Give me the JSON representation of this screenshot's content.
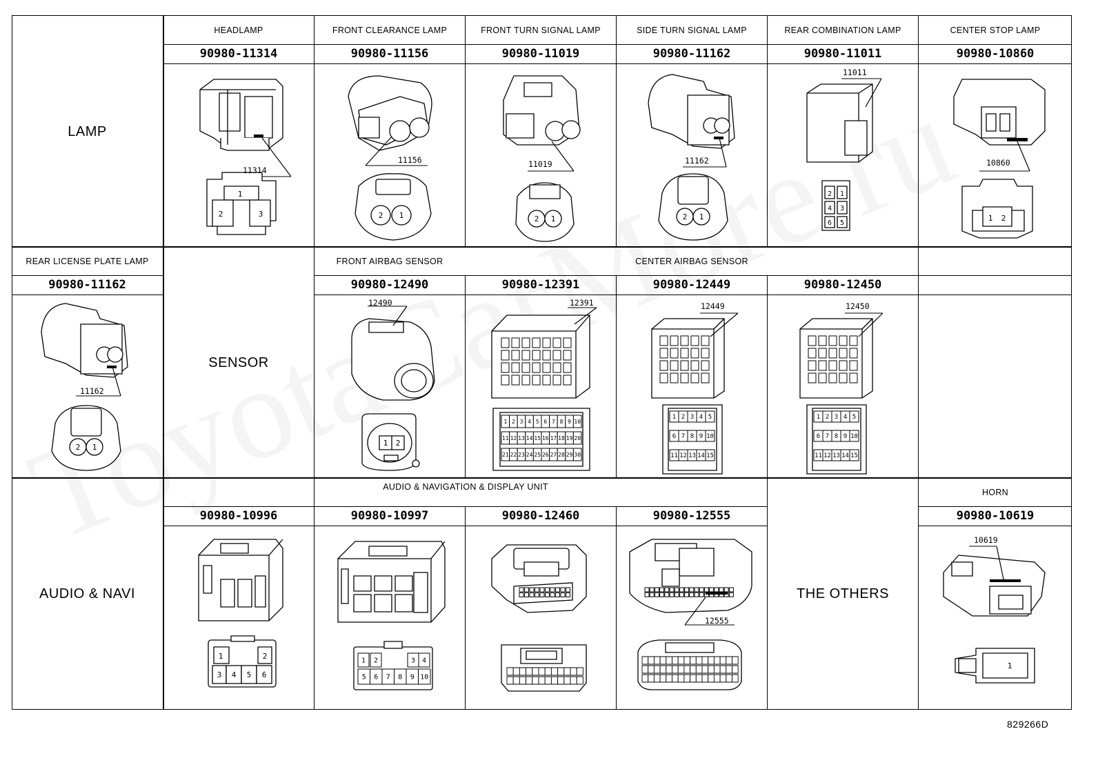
{
  "categories": {
    "lamp": "LAMP",
    "sensor": "SENSOR",
    "audio": "AUDIO & NAVI",
    "others": "THE OTHERS"
  },
  "row1": {
    "headers": [
      "HEADLAMP",
      "FRONT CLEARANCE LAMP",
      "FRONT TURN SIGNAL LAMP",
      "SIDE TURN SIGNAL LAMP",
      "REAR COMBINATION LAMP",
      "CENTER STOP LAMP"
    ],
    "parts": [
      "90980-11314",
      "90980-11156",
      "90980-11019",
      "90980-11162",
      "90980-11011",
      "90980-10860"
    ],
    "labels": [
      "11314",
      "11156",
      "11019",
      "11162",
      "11011",
      "10860"
    ]
  },
  "row2": {
    "headers": [
      "REAR LICENSE PLATE LAMP",
      "FRONT AIRBAG SENSOR",
      "CENTER AIRBAG SENSOR"
    ],
    "parts": [
      "90980-11162",
      "90980-12490",
      "90980-12391",
      "90980-12449",
      "90980-12450"
    ],
    "labels": [
      "11162",
      "12490",
      "12391",
      "12449",
      "12450"
    ]
  },
  "row3": {
    "headers": [
      "AUDIO & NAVIGATION & DISPLAY UNIT",
      "HORN"
    ],
    "parts": [
      "90980-10996",
      "90980-10997",
      "90980-12460",
      "90980-12555",
      "90980-10619"
    ],
    "labels": [
      "12555",
      "10619"
    ]
  },
  "pins": {
    "headlamp": [
      "1",
      "2",
      "3"
    ],
    "two": [
      "2",
      "1"
    ],
    "rear_comb": [
      "2",
      "1",
      "4",
      "3",
      "6",
      "5"
    ],
    "center_stop": [
      "1",
      "2"
    ],
    "front_airbag": [
      "1",
      "2"
    ],
    "audio_10996": [
      "1",
      "2",
      "3",
      "4",
      "5",
      "6"
    ],
    "audio_10997": [
      "1",
      "2",
      "3",
      "4",
      "5",
      "6",
      "7",
      "8",
      "9",
      "10"
    ],
    "horn": [
      "1"
    ]
  },
  "grid_12391": [
    [
      "1",
      "2",
      "3",
      "4",
      "5",
      "6",
      "7",
      "8",
      "9",
      "10"
    ],
    [
      "11",
      "12",
      "13",
      "14",
      "15",
      "16",
      "17",
      "18",
      "19",
      "20"
    ],
    [
      "21",
      "22",
      "23",
      "24",
      "25",
      "26",
      "27",
      "28",
      "29",
      "30"
    ]
  ],
  "grid_15": [
    [
      "1",
      "2",
      "3",
      "4",
      "5"
    ],
    [
      "6",
      "7",
      "8",
      "9",
      "10"
    ],
    [
      "11",
      "12",
      "13",
      "14",
      "15"
    ]
  ],
  "footer_code": "829266D"
}
